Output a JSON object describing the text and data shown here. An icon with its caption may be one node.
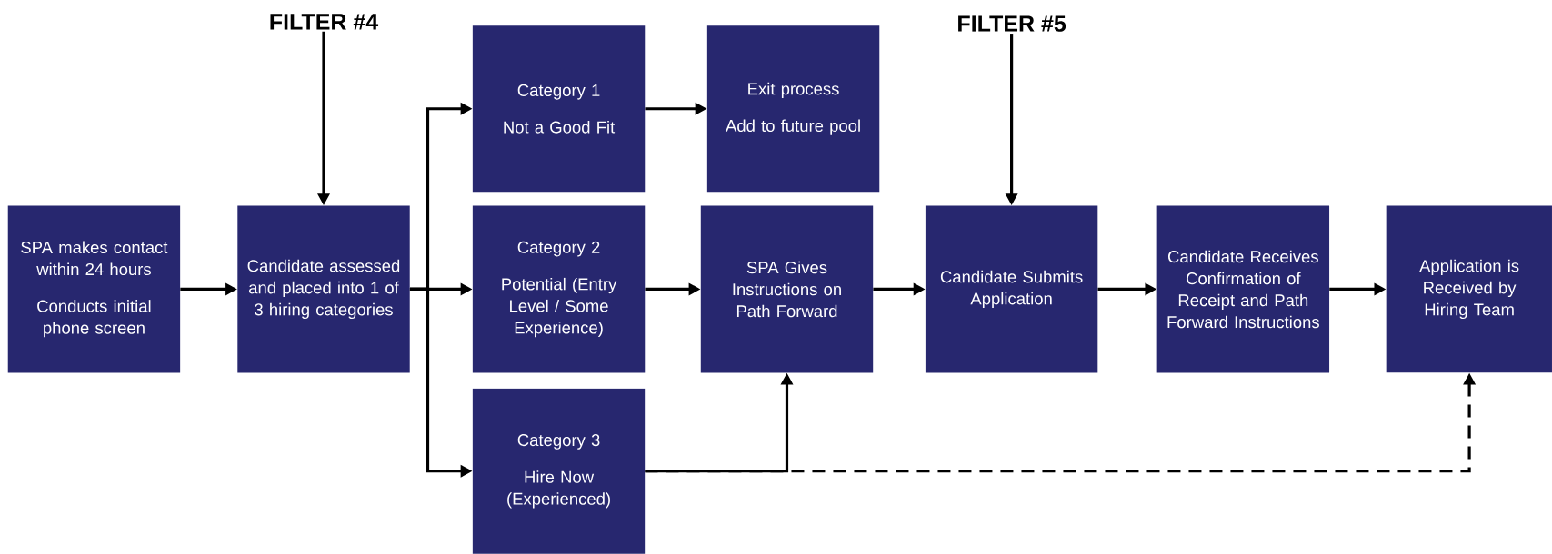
{
  "diagram": {
    "nodes": [
      {
        "text": [
          "SPA makes contact within 24 hours",
          "Conducts initial phone screen"
        ]
      },
      {
        "text": [
          "Candidate assessed and placed into 1 of 3 hiring categories"
        ]
      },
      {
        "text": [
          "Category 1",
          "Not a Good Fit"
        ]
      },
      {
        "text": [
          "Exit process",
          "Add to future pool"
        ]
      },
      {
        "text": [
          "Category 2",
          "Potential (Entry Level / Some Experience)"
        ]
      },
      {
        "text": [
          "SPA Gives Instructions on Path Forward"
        ]
      },
      {
        "text": [
          "Candidate Submits Application"
        ]
      },
      {
        "text": [
          "Candidate Receives Confirmation of Receipt and Path Forward Instructions"
        ]
      },
      {
        "text": [
          "Application is Received by Hiring Team"
        ]
      },
      {
        "text": [
          "Category 3",
          "Hire Now (Experienced)"
        ]
      },
      {
        "text": [
          "FILTER #4"
        ]
      },
      {
        "text": [
          "FILTER #5"
        ]
      }
    ],
    "edges": [
      {
        "from": 0,
        "to": 1,
        "arrow": "to"
      },
      {
        "from": 1,
        "to": 2,
        "arrow": "to"
      },
      {
        "from": 1,
        "to": 4,
        "arrow": "to"
      },
      {
        "from": 1,
        "to": 9,
        "arrow": "to"
      },
      {
        "from": 2,
        "to": 3,
        "arrow": "to"
      },
      {
        "from": 4,
        "to": 5,
        "arrow": "to"
      },
      {
        "from": 5,
        "to": 6,
        "arrow": "to"
      },
      {
        "from": 6,
        "to": 7,
        "arrow": "to"
      },
      {
        "from": 7,
        "to": 8,
        "arrow": "to"
      },
      {
        "from": 9,
        "to": 8,
        "arrow": "to",
        "style": "dashed"
      },
      {
        "from": 9,
        "to": 5,
        "arrow": "to"
      },
      {
        "from": 10,
        "to": 1,
        "arrow": "to"
      },
      {
        "from": 11,
        "to": 6,
        "arrow": "to"
      }
    ]
  }
}
